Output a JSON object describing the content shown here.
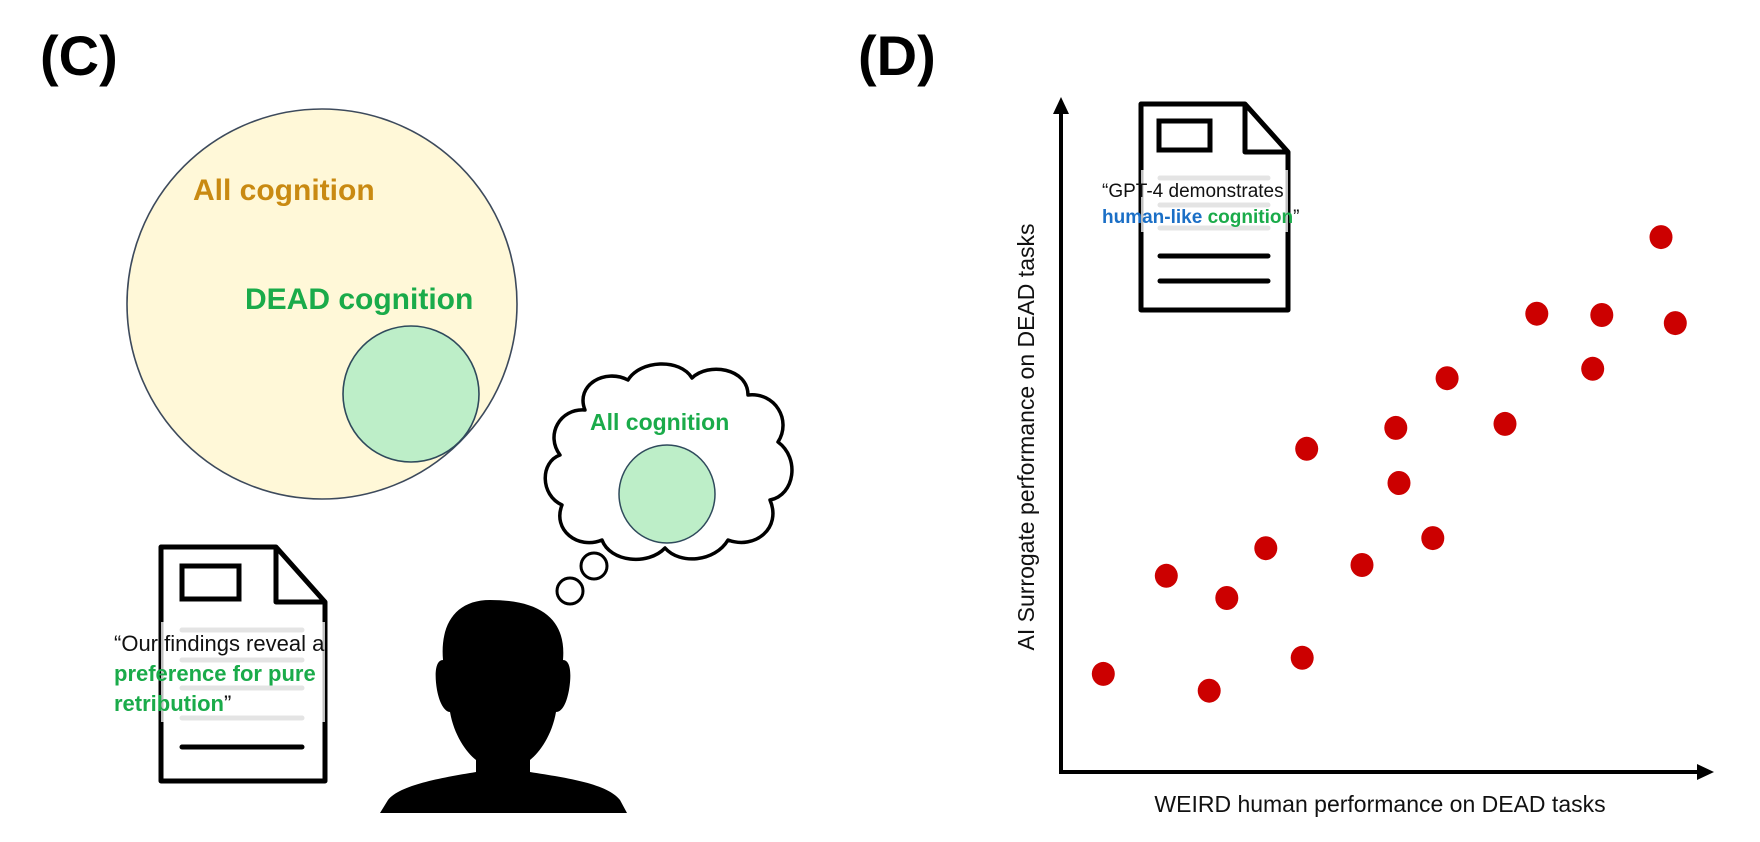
{
  "panels": {
    "c": {
      "label": "(C)",
      "venn": {
        "outer_label": "All cognition",
        "inner_label": "DEAD cognition"
      },
      "thought_bubble": {
        "label": "All cognition"
      },
      "document_quote": {
        "line1": "“Our findings reveal a",
        "line2": "preference for pure",
        "line3": "retribution",
        "close_quote": "”"
      }
    },
    "d": {
      "label": "(D)",
      "document_quote": {
        "line1": "“GPT-4 demonstrates",
        "highlight_blue": "human-like",
        "highlight_green": "cognition",
        "close_quote": "”"
      }
    }
  },
  "colors": {
    "outer_circle_fill": "#fff8d8",
    "outer_label": "#c98a12",
    "inner_circle_fill": "#bdeec8",
    "green_text": "#1aab4a",
    "blue_text": "#1b6fc6",
    "dot": "#cc0000",
    "stroke": "#000000"
  },
  "chart_data": {
    "type": "scatter",
    "title": "",
    "xlabel": "WEIRD human performance on  DEAD tasks",
    "ylabel": "AI Surrogate performance on  DEAD tasks",
    "xlim": [
      0,
      10
    ],
    "ylim": [
      0,
      10
    ],
    "grid": false,
    "ticks": false,
    "points": [
      {
        "x": 0.65,
        "y": 1.46
      },
      {
        "x": 1.62,
        "y": 2.92
      },
      {
        "x": 2.28,
        "y": 1.21
      },
      {
        "x": 2.55,
        "y": 2.59
      },
      {
        "x": 3.15,
        "y": 3.33
      },
      {
        "x": 3.71,
        "y": 1.7
      },
      {
        "x": 3.78,
        "y": 4.81
      },
      {
        "x": 4.63,
        "y": 3.08
      },
      {
        "x": 5.15,
        "y": 5.12
      },
      {
        "x": 5.2,
        "y": 4.3
      },
      {
        "x": 5.72,
        "y": 3.48
      },
      {
        "x": 5.94,
        "y": 5.86
      },
      {
        "x": 6.83,
        "y": 5.18
      },
      {
        "x": 7.32,
        "y": 6.82
      },
      {
        "x": 8.18,
        "y": 6.0
      },
      {
        "x": 8.32,
        "y": 6.8
      },
      {
        "x": 9.23,
        "y": 7.96
      },
      {
        "x": 9.45,
        "y": 6.68
      }
    ]
  }
}
